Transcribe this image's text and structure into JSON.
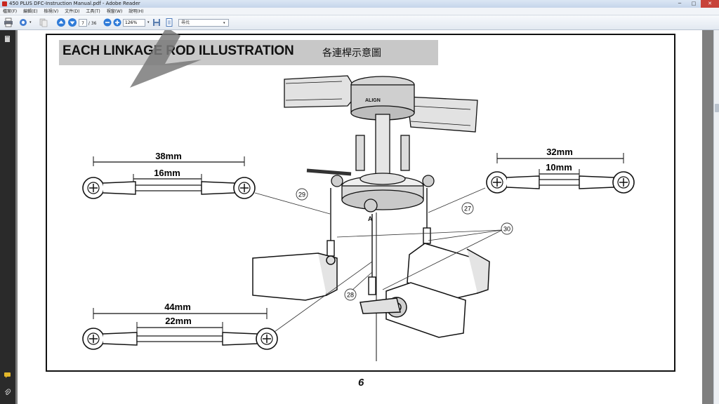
{
  "window": {
    "title": "450 PLUS DFC-Instruction Manual.pdf - Adobe Reader",
    "minimize": "─",
    "maximize": "□",
    "close": "✕"
  },
  "menu": [
    "檔案(F)",
    "編輯(E)",
    "檢視(V)",
    "文件(D)",
    "工具(T)",
    "視窗(W)",
    "說明(H)"
  ],
  "toolbar": {
    "page_current": "7",
    "page_total": "/ 36",
    "zoom": "126%",
    "find_placeholder": "尋找",
    "icons": [
      "print-icon",
      "email-icon",
      "previous-page-icon",
      "next-page-icon",
      "zoom-out-icon",
      "zoom-in-icon",
      "save-icon",
      "fit-page-icon"
    ]
  },
  "document": {
    "heading": "EACH LINKAGE ROD ILLUSTRATION",
    "heading_cn": "各連桿示意圖",
    "page_number": "6",
    "rods": [
      {
        "overall": "38mm",
        "inner": "16mm"
      },
      {
        "overall": "32mm",
        "inner": "10mm"
      },
      {
        "overall": "44mm",
        "inner": "22mm"
      }
    ],
    "callouts": [
      "29",
      "27",
      "30",
      "28"
    ],
    "parts_text": [
      "ALIGN",
      "A"
    ]
  },
  "colors": {
    "viewer_bg": "#7f7f7f",
    "title_bar": "#c5d5ea",
    "heading_band": "#c8c8c8",
    "left_panel": "#2a2a2a"
  }
}
